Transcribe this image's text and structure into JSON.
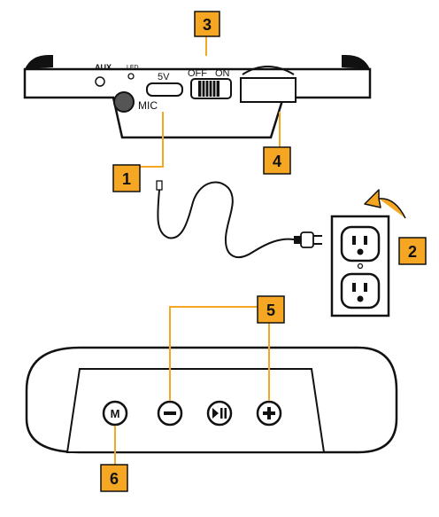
{
  "colors": {
    "badge_fill": "#f5a623",
    "badge_border": "#111111",
    "leader_line": "#f5a623",
    "device": "#111111",
    "panel": "#ffffff"
  },
  "top_panel": {
    "aux_label": "AUX",
    "led_label": "LED",
    "mic_label": "MIC",
    "usb_label": "5V",
    "switch_off_label": "OFF",
    "switch_on_label": "ON"
  },
  "callouts": {
    "c1": "1",
    "c2": "2",
    "c3": "3",
    "c4": "4",
    "c5": "5",
    "c6": "6"
  },
  "front_panel": {
    "button_mode": "M",
    "icons": [
      "minus-icon",
      "play-pause-icon",
      "plus-icon"
    ]
  }
}
